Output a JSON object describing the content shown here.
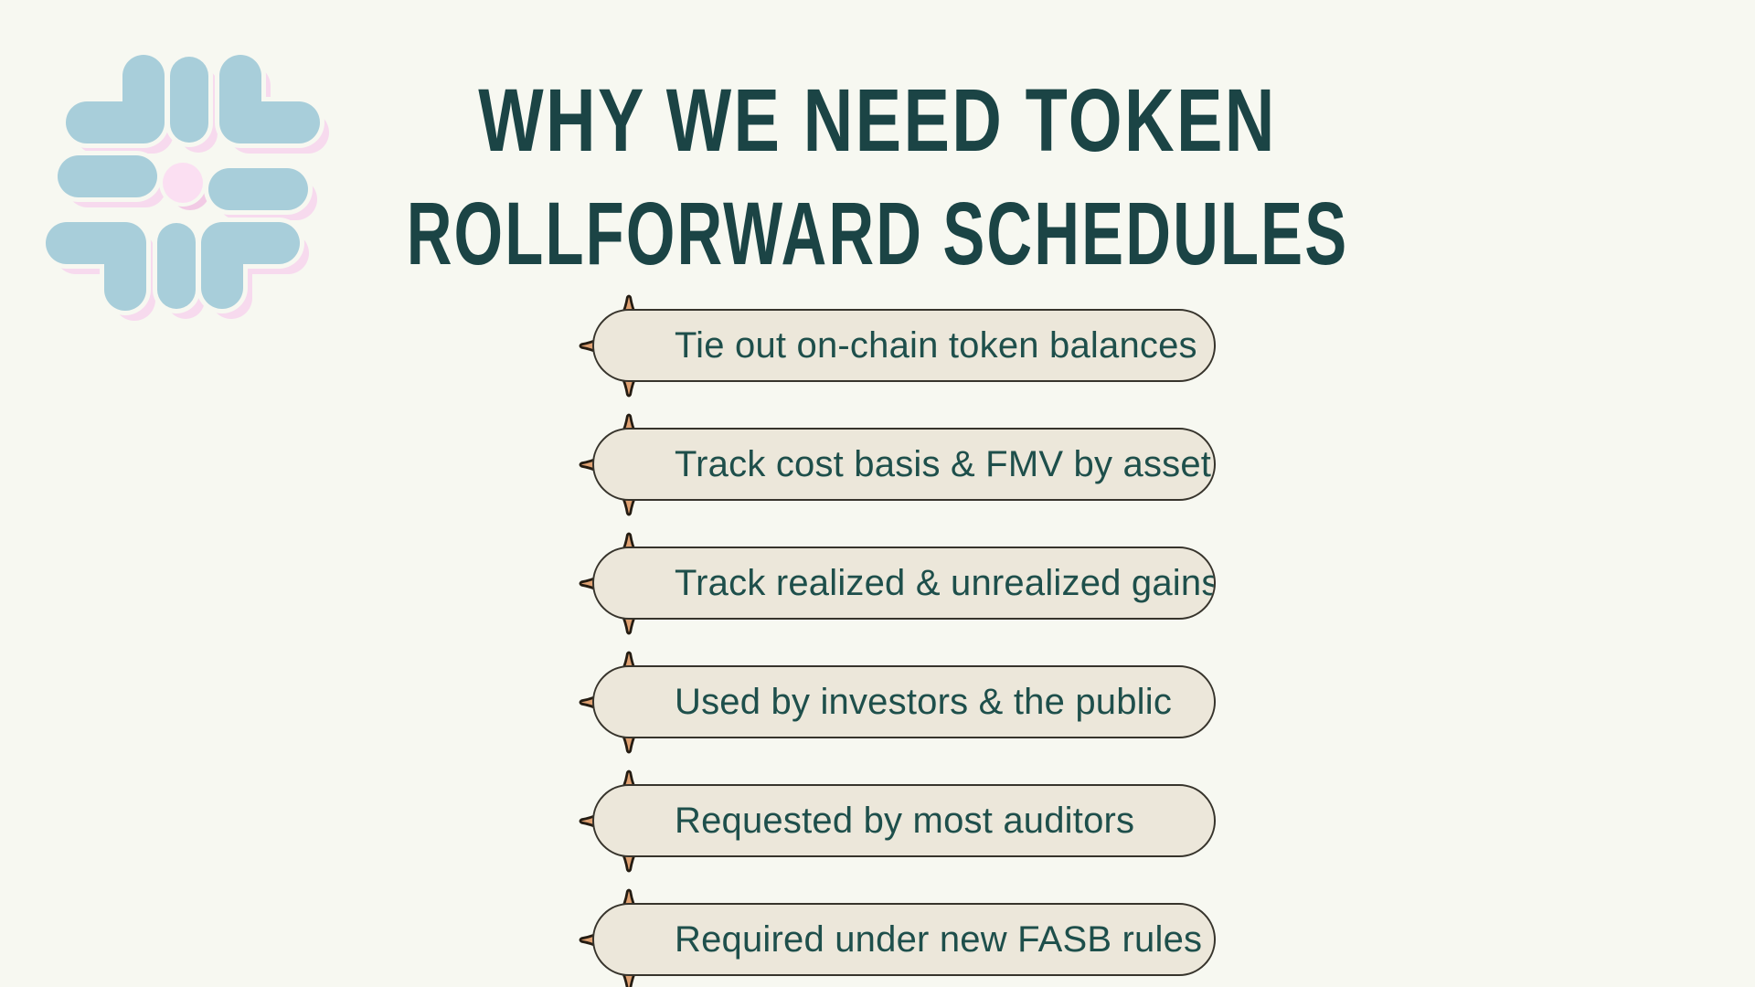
{
  "title": {
    "line1": "WHY WE NEED TOKEN",
    "line2": "ROLLFORWARD SCHEDULES"
  },
  "list": {
    "items": [
      "Tie out on-chain token balances",
      "Track cost basis & FMV by asset",
      "Track realized & unrealized gains",
      "Used by investors & the public",
      "Requested by most auditors",
      "Required under new FASB rules"
    ]
  },
  "icons": {
    "bullet": "sparkle-icon",
    "logo": "pinwheel-logo-icon"
  },
  "colors": {
    "background": "#F7F8F1",
    "title_text": "#1B4445",
    "pill_background": "#ECE7DA",
    "pill_border": "#37342C",
    "pill_text": "#1E4F4B",
    "star_fill": "#DFA172",
    "star_outline": "#241C12",
    "logo_blue": "#A8CEDA",
    "logo_pink_shadow": "#F7DAEE",
    "logo_center_pink": "#FBDFF2"
  }
}
